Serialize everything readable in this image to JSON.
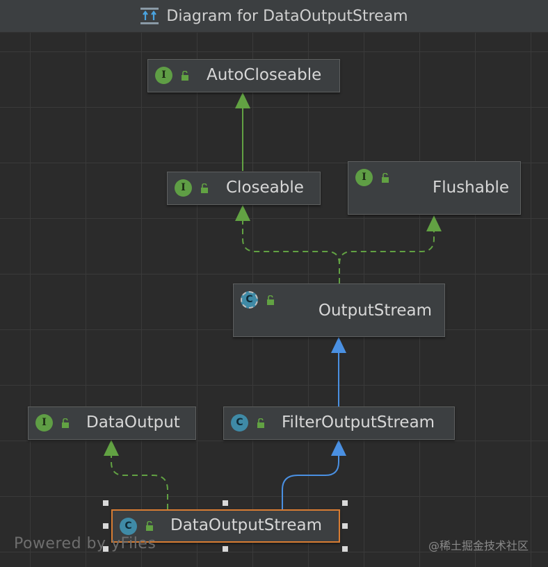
{
  "window": {
    "title": "Diagram for DataOutputStream",
    "icon": "hierarchy-diagram-icon"
  },
  "nodes": {
    "autocloseable": {
      "kind": "interface",
      "badge": "I",
      "name": "AutoCloseable"
    },
    "closeable": {
      "kind": "interface",
      "badge": "I",
      "name": "Closeable"
    },
    "flushable": {
      "kind": "interface",
      "badge": "I",
      "name": "Flushable"
    },
    "outputstream": {
      "kind": "abstract-class",
      "badge": "C",
      "name": "OutputStream"
    },
    "dataoutput": {
      "kind": "interface",
      "badge": "I",
      "name": "DataOutput"
    },
    "filteroutputstream": {
      "kind": "class",
      "badge": "C",
      "name": "FilterOutputStream"
    },
    "dataoutputstream": {
      "kind": "class",
      "badge": "C",
      "name": "DataOutputStream",
      "selected": true
    }
  },
  "edges": [
    {
      "from": "Closeable",
      "to": "AutoCloseable",
      "type": "extends"
    },
    {
      "from": "OutputStream",
      "to": "Closeable",
      "type": "implements"
    },
    {
      "from": "OutputStream",
      "to": "Flushable",
      "type": "implements"
    },
    {
      "from": "FilterOutputStream",
      "to": "OutputStream",
      "type": "extends"
    },
    {
      "from": "DataOutputStream",
      "to": "FilterOutputStream",
      "type": "extends"
    },
    {
      "from": "DataOutputStream",
      "to": "DataOutput",
      "type": "implements"
    }
  ],
  "colors": {
    "interface": "#5f9e45",
    "class": "#3f8aa6",
    "extends_class": "#4a90e2",
    "implements": "#62a243",
    "selection": "#d87d33"
  },
  "watermark": "Powered by yFiles",
  "credit": "@稀土掘金技术社区"
}
